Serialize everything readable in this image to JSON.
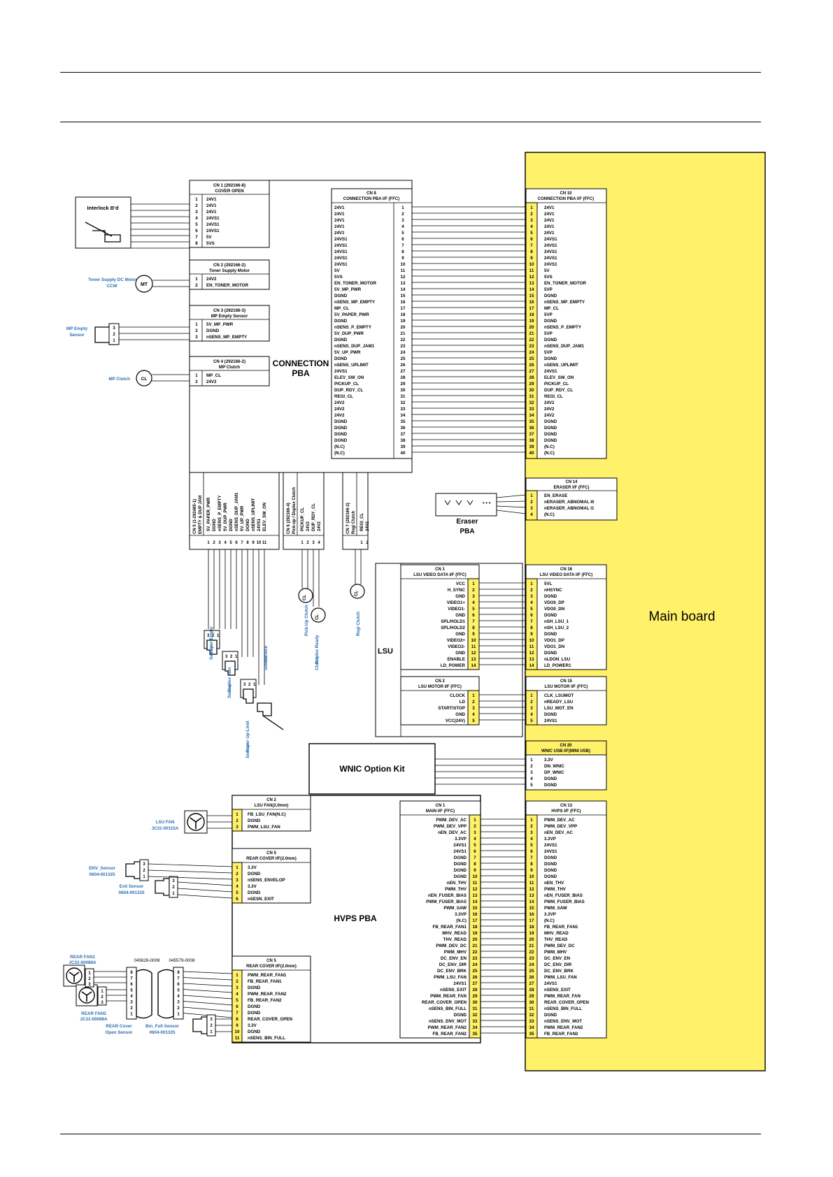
{
  "labels": {
    "main_board": "Main board",
    "connection_pba": [
      "CONNECTION",
      "PBA"
    ],
    "lsu": "LSU",
    "eraser_pba": [
      "Eraser",
      "PBA"
    ],
    "wnic_kit": "WNIC Option Kit",
    "hvps_pba": "HVPS PBA",
    "interlock": "Interlock B'd",
    "mt": "MT",
    "cl": "CL",
    "toner_motor": [
      "Toner Supply DC Motor",
      "CCW"
    ],
    "mp_empty_sensor": [
      "MP Empty",
      "Sensor"
    ],
    "mp_clutch": "MP Clutch",
    "pickup_clutch": [
      "Pick-Up Clutch"
    ],
    "duplex_ready_clutch": [
      "Duplex Ready",
      "Clutch"
    ],
    "regi_clutch": [
      "Regi Clutch"
    ],
    "paper_empty_sensor": [
      "Paper Empty",
      "Sensor"
    ],
    "duplex_jam_sensor": [
      "Duplex Jam",
      "Sensor"
    ],
    "interlock_switch": [
      "Interlock",
      "Switch"
    ],
    "paper_uplimit_sensor": [
      "Paper Up-Limit",
      "Sensor"
    ],
    "lsu_fan": [
      "LSU FAN",
      "JC31-00115A"
    ],
    "env_sensor": [
      "ENV_Sensor",
      "0604-001325"
    ],
    "exit_sensor": [
      "Exit Sensor",
      "0604-001325"
    ],
    "rear_fan1": [
      "REAR FAN1",
      "JC31-00088A"
    ],
    "rear_fan2": [
      "REAR FAN2",
      "JC31-00088A"
    ],
    "rear_cover_sensor": [
      "REAR Cover",
      "Open Sensor"
    ],
    "bin_full_sensor": [
      "Bin_Full Sensor",
      "0604-001325"
    ],
    "harness_a": "045626-0008",
    "harness_b": "045579-0008"
  },
  "connectors": {
    "cn1_cover": {
      "title": [
        "CN 1 (292166-8)",
        "COVER OPEN"
      ],
      "pins": [
        "1",
        "2",
        "3",
        "4",
        "5",
        "6",
        "7",
        "8"
      ],
      "signals": [
        "24V1",
        "24V1",
        "24V1",
        "24VS1",
        "24VS1",
        "24VS1",
        "5V",
        "5VS"
      ]
    },
    "cn2_toner": {
      "title": [
        "CN 2 (292166-2)",
        "Toner Supply Motor"
      ],
      "pins": [
        "1",
        "2"
      ],
      "signals": [
        "24V2",
        "EN_TONER_MOTOR"
      ]
    },
    "cn3_mp_empty": {
      "title": [
        "CN 3 (292166-3)",
        "MP Empty Sensor"
      ],
      "pins": [
        "1",
        "2",
        "3"
      ],
      "signals": [
        "5V_MP_PWR",
        "DGND",
        "nSENS_MP_EMPTY"
      ]
    },
    "cn4_mp_clutch": {
      "title": [
        "CN 4 (292166-2)",
        "MP Clutch"
      ],
      "pins": [
        "1",
        "2"
      ],
      "signals": [
        "MP_CL",
        "24V2"
      ]
    },
    "cn8": {
      "title": [
        "CN 8",
        "CONNECTION PBA I/F (FFC)"
      ],
      "signals": [
        "24V1",
        "24V1",
        "24V1",
        "24V1",
        "24V1",
        "24VS1",
        "24VS1",
        "24VS1",
        "24VS1",
        "24VS1",
        "5V",
        "5VS",
        "EN_TONER_MOTOR",
        "5V_MP_PWR",
        "DGND",
        "nSENS_MP_EMPTY",
        "MP_CL",
        "5V_PAPER_PWR",
        "DGND",
        "nSENS_P_EMPTY",
        "5V_DUP_PWR",
        "DGND",
        "nSENS_DUP_JAM1",
        "5V_UP_PWR",
        "DGND",
        "nSENS_UPLIMIT",
        "24VS1",
        "ELEV_SW_ON",
        "PICKUP_CL",
        "DUP_RDY_CL",
        "REGI_CL",
        "24V2",
        "24V2",
        "24V2",
        "DGND",
        "DGND",
        "DGND",
        "DGND",
        "(N.C)",
        "(N.C)"
      ]
    },
    "cn10": {
      "title": [
        "CN 10",
        "CONNECTION PBA I/F (FFC)"
      ],
      "signals": [
        "24V1",
        "24V1",
        "24V1",
        "24V1",
        "24V1",
        "24VS1",
        "24VS1",
        "24VS1",
        "24VS1",
        "24VS1",
        "5V",
        "5VS",
        "EN_TONER_MOTOR",
        "5VP",
        "DGND",
        "nSENS_MP_EMPTY",
        "MP_CL",
        "5VP",
        "DGND",
        "nSENS_P_EMPTY",
        "5VP",
        "DGND",
        "nSENS_DUP_JAM1",
        "5VP",
        "DGND",
        "nSENS_UPLIMIT",
        "24VS1",
        "ELEV_SW_ON",
        "PICKUP_CL",
        "DUP_RDY_CL",
        "REGI_CL",
        "24V2",
        "24V2",
        "24V2",
        "DGND",
        "DGND",
        "DGND",
        "DGND",
        "(N.C)",
        "(N.C)"
      ]
    },
    "cn5_sensors": {
      "title": [
        "CN 5 (1-292485-1)",
        "EMPTY & DUP JAM"
      ],
      "pins": [
        "1",
        "2",
        "3",
        "4",
        "5",
        "6",
        "7",
        "8",
        "9",
        "10",
        "11"
      ],
      "signals": [
        "5V_PAPER_PWR",
        "DGND",
        "nSENS_P_EMPTY",
        "5V_DUP_PWR",
        "DGND",
        "nSENS_DUP_JAM1",
        "5V_UP_PWR",
        "DGND",
        "nSENS_UPLIMIT",
        "24VS1",
        "ELEV_SW_ON"
      ]
    },
    "cn6_pickup": {
      "title": [
        "CN 6 (292166-4)",
        "Pick-up / Duplex Clutch"
      ],
      "pins": [
        "1",
        "2",
        "3",
        "4"
      ],
      "signals": [
        "PICKUP_CL",
        "24V2",
        "DUP_RDY_CL",
        "24V2"
      ]
    },
    "cn7_regi": {
      "title": [
        "CN 7 (292166-2)",
        "Regi Clutch"
      ],
      "pins": [
        "1",
        "2"
      ],
      "signals": [
        "REGI_CL",
        "24V2"
      ]
    },
    "cn14": {
      "title": [
        "CN 14",
        "ERASER I/F (FFC)"
      ],
      "signals": [
        "EN_ERASE",
        "nERASER_ABNOMAL I0",
        "nERASER_ABNOMAL I1",
        "(N.C)"
      ]
    },
    "lsu_cn1": {
      "title": [
        "CN 1",
        "LSU VIDEO DATA I/F (FFC)"
      ],
      "signals": [
        "VCC",
        "H_SYNC",
        "GND",
        "VIDEO1+",
        "VIDEO1-",
        "GND",
        "SPL/HOLD1",
        "SPL/HOLD2",
        "GND",
        "VIDEO2+",
        "VIDEO2-",
        "GND",
        "ENABLE",
        "LD_POWER"
      ]
    },
    "cn18": {
      "title": [
        "CN 18",
        "LSU VIDEO DATA I/F (FFC)"
      ],
      "signals": [
        "5VL",
        "nHSYNC",
        "DGND",
        "VDO0_DP",
        "VDO0_DN",
        "DGND",
        "nSH_LSU_1",
        "nSH_LSU_2",
        "DGND",
        "VDO1_DP",
        "VDO1_DN",
        "DGND",
        "nLDON_LSU",
        "LD_POWER1"
      ]
    },
    "lsu_cn2": {
      "title": [
        "CN 2",
        "LSU MOTOR I/F (FFC)"
      ],
      "signals": [
        "CLOCK",
        "LD",
        "START/STOP",
        "GND",
        "VCC(24V)"
      ]
    },
    "cn15": {
      "title": [
        "CN 15",
        "LSU MOTOR I/F (FFC)"
      ],
      "signals": [
        "CLK_LSUMOT",
        "nREADY_LSU",
        "LSU_MOT_EN",
        "DGND",
        "24VS1"
      ]
    },
    "cn20": {
      "title": [
        "CN 20",
        "WNIC USB I/F(MINI USB)"
      ],
      "signals": [
        "3.3V",
        "DN_WNIC",
        "DP_WNIC",
        "DGND",
        "DGND"
      ]
    },
    "hv_cn2": {
      "title": [
        "CN 2",
        "LSU FAN(2.0mm)"
      ],
      "signals": [
        "FB_LSU_FAN(N.C)",
        "DGND",
        "PWM_LSU_FAN"
      ]
    },
    "hv_cn5a": {
      "title": [
        "CN 5",
        "REAR COVER I/F(2.0mm)"
      ],
      "signals": [
        "3.3V",
        "DGND",
        "nSENS_ENVELOP",
        "3.3V",
        "DGND",
        "nSESN_EXIT"
      ]
    },
    "hv_cn5b": {
      "title": [
        "CN 5",
        "REAR COVER I/F(2.0mm)"
      ],
      "signals": [
        "PWM_REAR_FAN1",
        "FB_REAR_FAN1",
        "DGND",
        "PWM_REAR_FAN2",
        "FB_REAR_FAN2",
        "DGND",
        "DGND",
        "REAR_COVER_OPEN",
        "3.3V",
        "DGND",
        "nSENS_BIN_FULL"
      ]
    },
    "hv_cn1": {
      "title": [
        "CN 1",
        "MAIN I/F (FFC)"
      ],
      "signals": [
        "PWM_DEV_AC",
        "PWM_DEV_VPP",
        "nEN_DEV_AC",
        "3.3VP",
        "24VS1",
        "24VS1",
        "DGND",
        "DGND",
        "DGND",
        "DGND",
        "nEN_THV",
        "PWM_THV",
        "nEN_FUSER_BIAS",
        "PWM_FUSER_BIAS",
        "PWM_SAW",
        "3.3VP",
        "(N.C)",
        "FB_REAR_FAN1",
        "MHV_READ",
        "THV_READ",
        "PWM_DEV_DC",
        "PWM_MHV",
        "DC_ENV_EN",
        "DC_ENV_DIR",
        "DC_ENV_BRK",
        "PWM_LSU_FAN",
        "24VS1",
        "nSENS_EXIT",
        "PWM_REAR_FAN",
        "REAR_COVER_OPEN",
        "nSENS_BIN_FULL",
        "DGND",
        "nSENS_ENV_MOT",
        "PWM_REAR_FAN2",
        "FB_REAR_FAN2"
      ]
    },
    "cn13": {
      "title": [
        "CN 13",
        "HVPS I/F (FFC)"
      ],
      "signals": [
        "PWM_DEV_AC",
        "PWM_DEV_VPP",
        "nEN_DEV_AC",
        "3.3VP",
        "24VS1",
        "24VS1",
        "DGND",
        "DGND",
        "DGND",
        "DGND",
        "nEN_THV",
        "PWM_THV",
        "nEN_FUSER_BIAS",
        "PWM_FUSER_BIAS",
        "PWM_SAW",
        "3.3VP",
        "(N.C)",
        "FB_REAR_FAN1",
        "MHV_READ",
        "THV_READ",
        "PWM_DEV_DC",
        "PWM_MHV",
        "DC_ENV_EN",
        "DC_ENV_DIR",
        "DC_ENV_BRK",
        "PWM_LSU_FAN",
        "24VS1",
        "nSENS_EXIT",
        "PWM_REAR_FAN",
        "REAR_COVER_OPEN",
        "nSENS_BIN_FULL",
        "DGND",
        "nSENS_ENV_MOT",
        "PWM_REAR_FAN2",
        "FB_REAR_FAN2"
      ]
    }
  },
  "colors": {
    "highlight": "#fff16a",
    "blue_label": "#2c6fb4",
    "line": "#000000"
  }
}
